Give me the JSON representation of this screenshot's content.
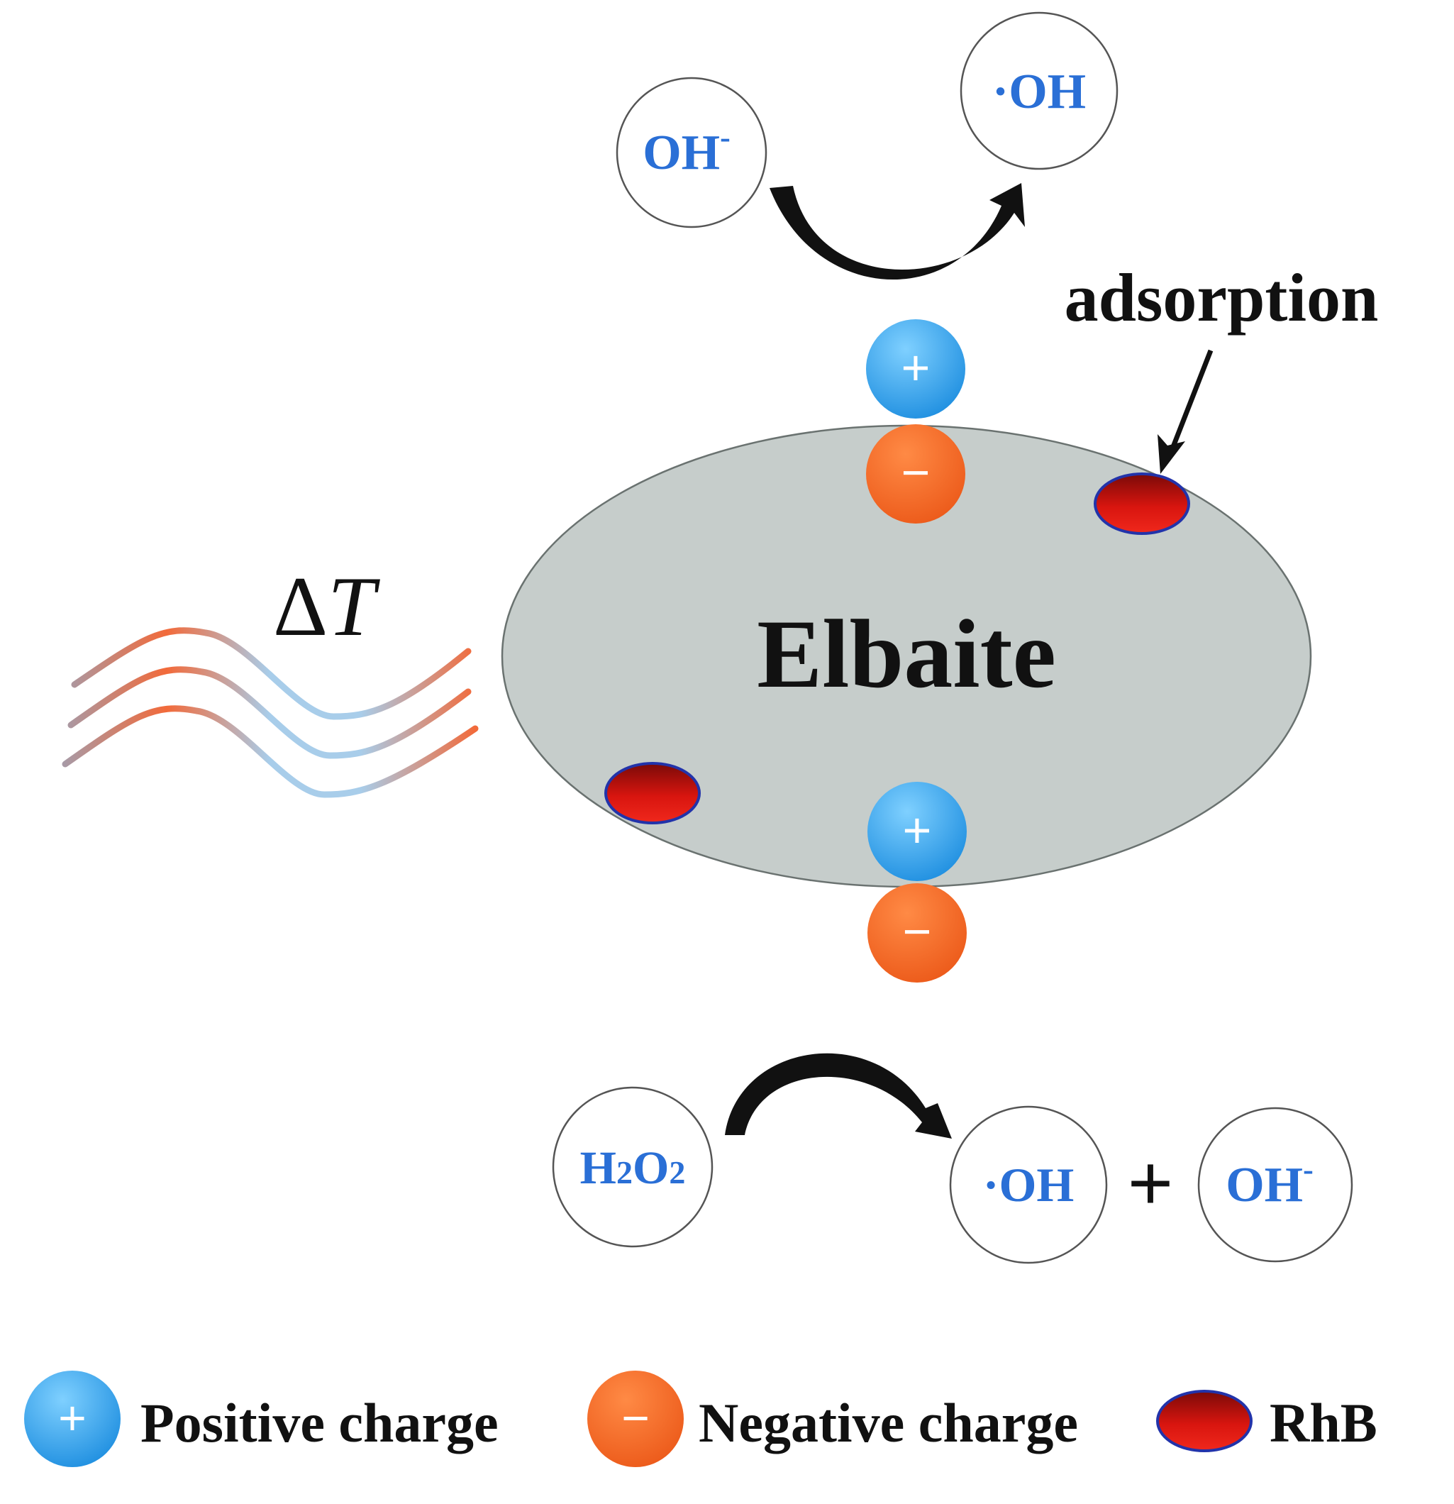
{
  "particle": {
    "label": "Elbaite",
    "fill": "#c6cdcb"
  },
  "thermal": {
    "label_delta": "Δ",
    "label_var": "T"
  },
  "annotation": {
    "label": "adsorption"
  },
  "reaction_top": {
    "reactant": {
      "base": "OH",
      "sup": "-"
    },
    "product": {
      "label": "·OH"
    }
  },
  "reaction_bottom": {
    "reactant": {
      "h": "H",
      "sub1": "2",
      "o": "O",
      "sub2": "2"
    },
    "product1": {
      "label": "·OH"
    },
    "plus": "+",
    "product2": {
      "base": "OH",
      "sup": "-"
    }
  },
  "charges": {
    "positive_symbol": "+",
    "negative_symbol": "−"
  },
  "legend": {
    "positive": {
      "symbol": "+",
      "label": "Positive charge"
    },
    "negative": {
      "symbol": "−",
      "label": "Negative charge"
    },
    "rhb": {
      "label": "RhB"
    }
  },
  "colors": {
    "positive": "#3aa6ee",
    "negative": "#f26522",
    "rhb": "#c8120f",
    "rhb_outline": "#2233aa",
    "label_blue": "#2a6fd6"
  }
}
